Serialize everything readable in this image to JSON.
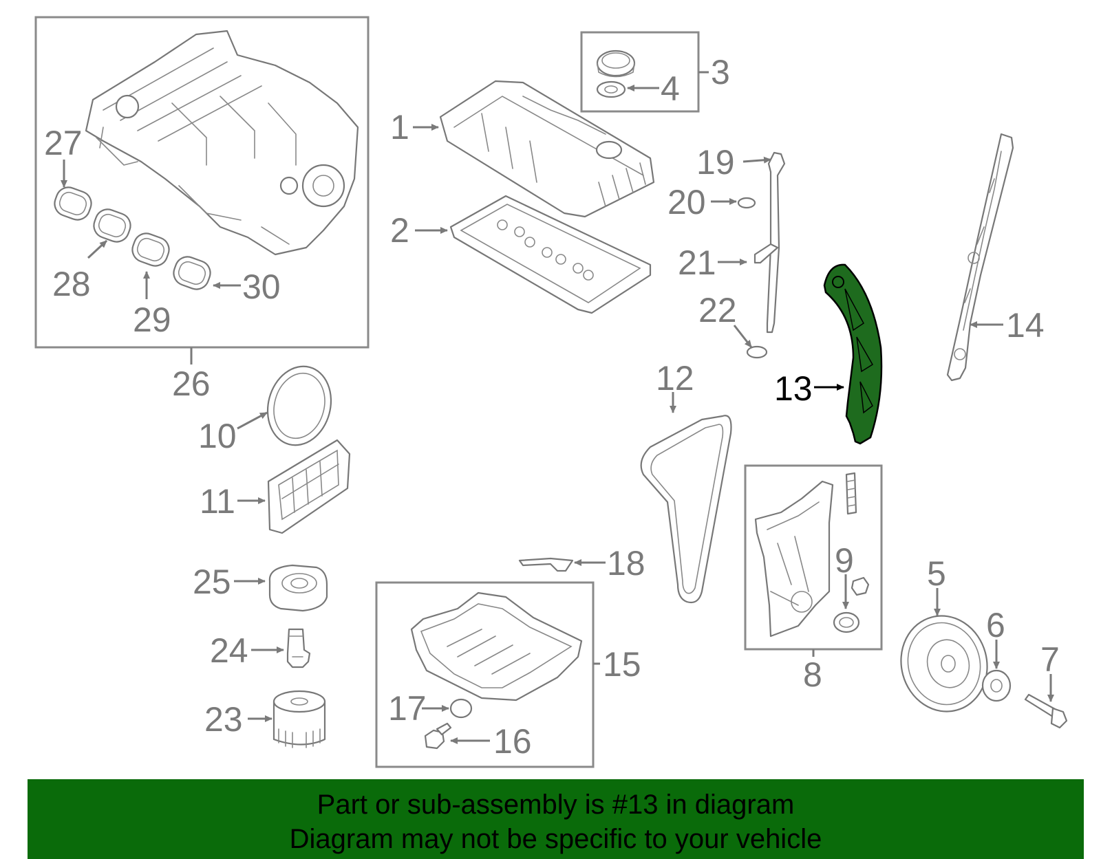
{
  "colors": {
    "part_stroke": "#777777",
    "label": "#7a7a7a",
    "highlight_fill": "#1e6b1e",
    "highlight_label": "#000000",
    "banner_bg": "#0a6b0a"
  },
  "callouts": [
    "1",
    "2",
    "3",
    "4",
    "5",
    "6",
    "7",
    "8",
    "9",
    "10",
    "11",
    "12",
    "13",
    "14",
    "15",
    "16",
    "17",
    "18",
    "19",
    "20",
    "21",
    "22",
    "23",
    "24",
    "25",
    "26",
    "27",
    "28",
    "29",
    "30"
  ],
  "highlighted_part": "13",
  "banner": {
    "line1": "Part or sub-assembly is #13 in diagram",
    "line2": "Diagram may not be specific to your vehicle"
  }
}
